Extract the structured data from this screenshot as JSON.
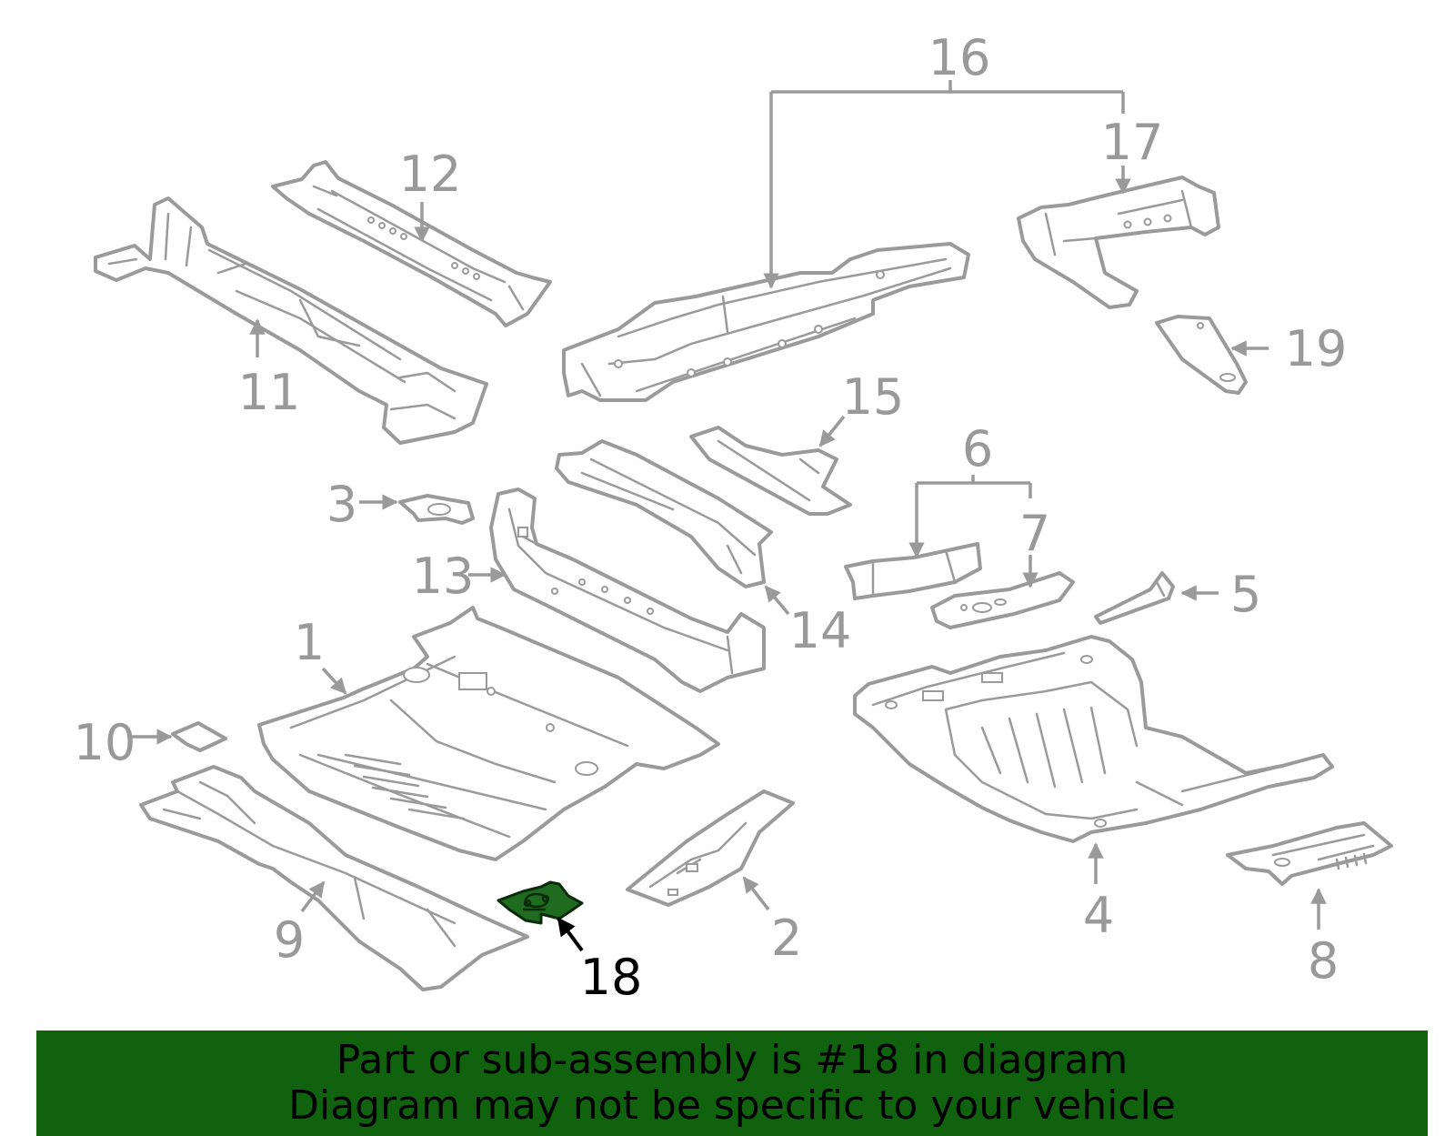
{
  "diagram": {
    "highlighted_part": "18",
    "callouts": {
      "c1": "1",
      "c2": "2",
      "c3": "3",
      "c4": "4",
      "c5": "5",
      "c6": "6",
      "c7": "7",
      "c8": "8",
      "c9": "9",
      "c10": "10",
      "c11": "11",
      "c12": "12",
      "c13": "13",
      "c14": "14",
      "c15": "15",
      "c16": "16",
      "c17": "17",
      "c18": "18",
      "c19": "19"
    },
    "colors": {
      "line": "#9a9a9a",
      "label": "#999999",
      "highlight_fill": "#1f6b1f",
      "highlight_label": "#000000",
      "banner": "#10620f"
    }
  },
  "banner": {
    "line1": "Part or sub-assembly is #18 in diagram",
    "line2": "Diagram may not be specific to your vehicle"
  }
}
